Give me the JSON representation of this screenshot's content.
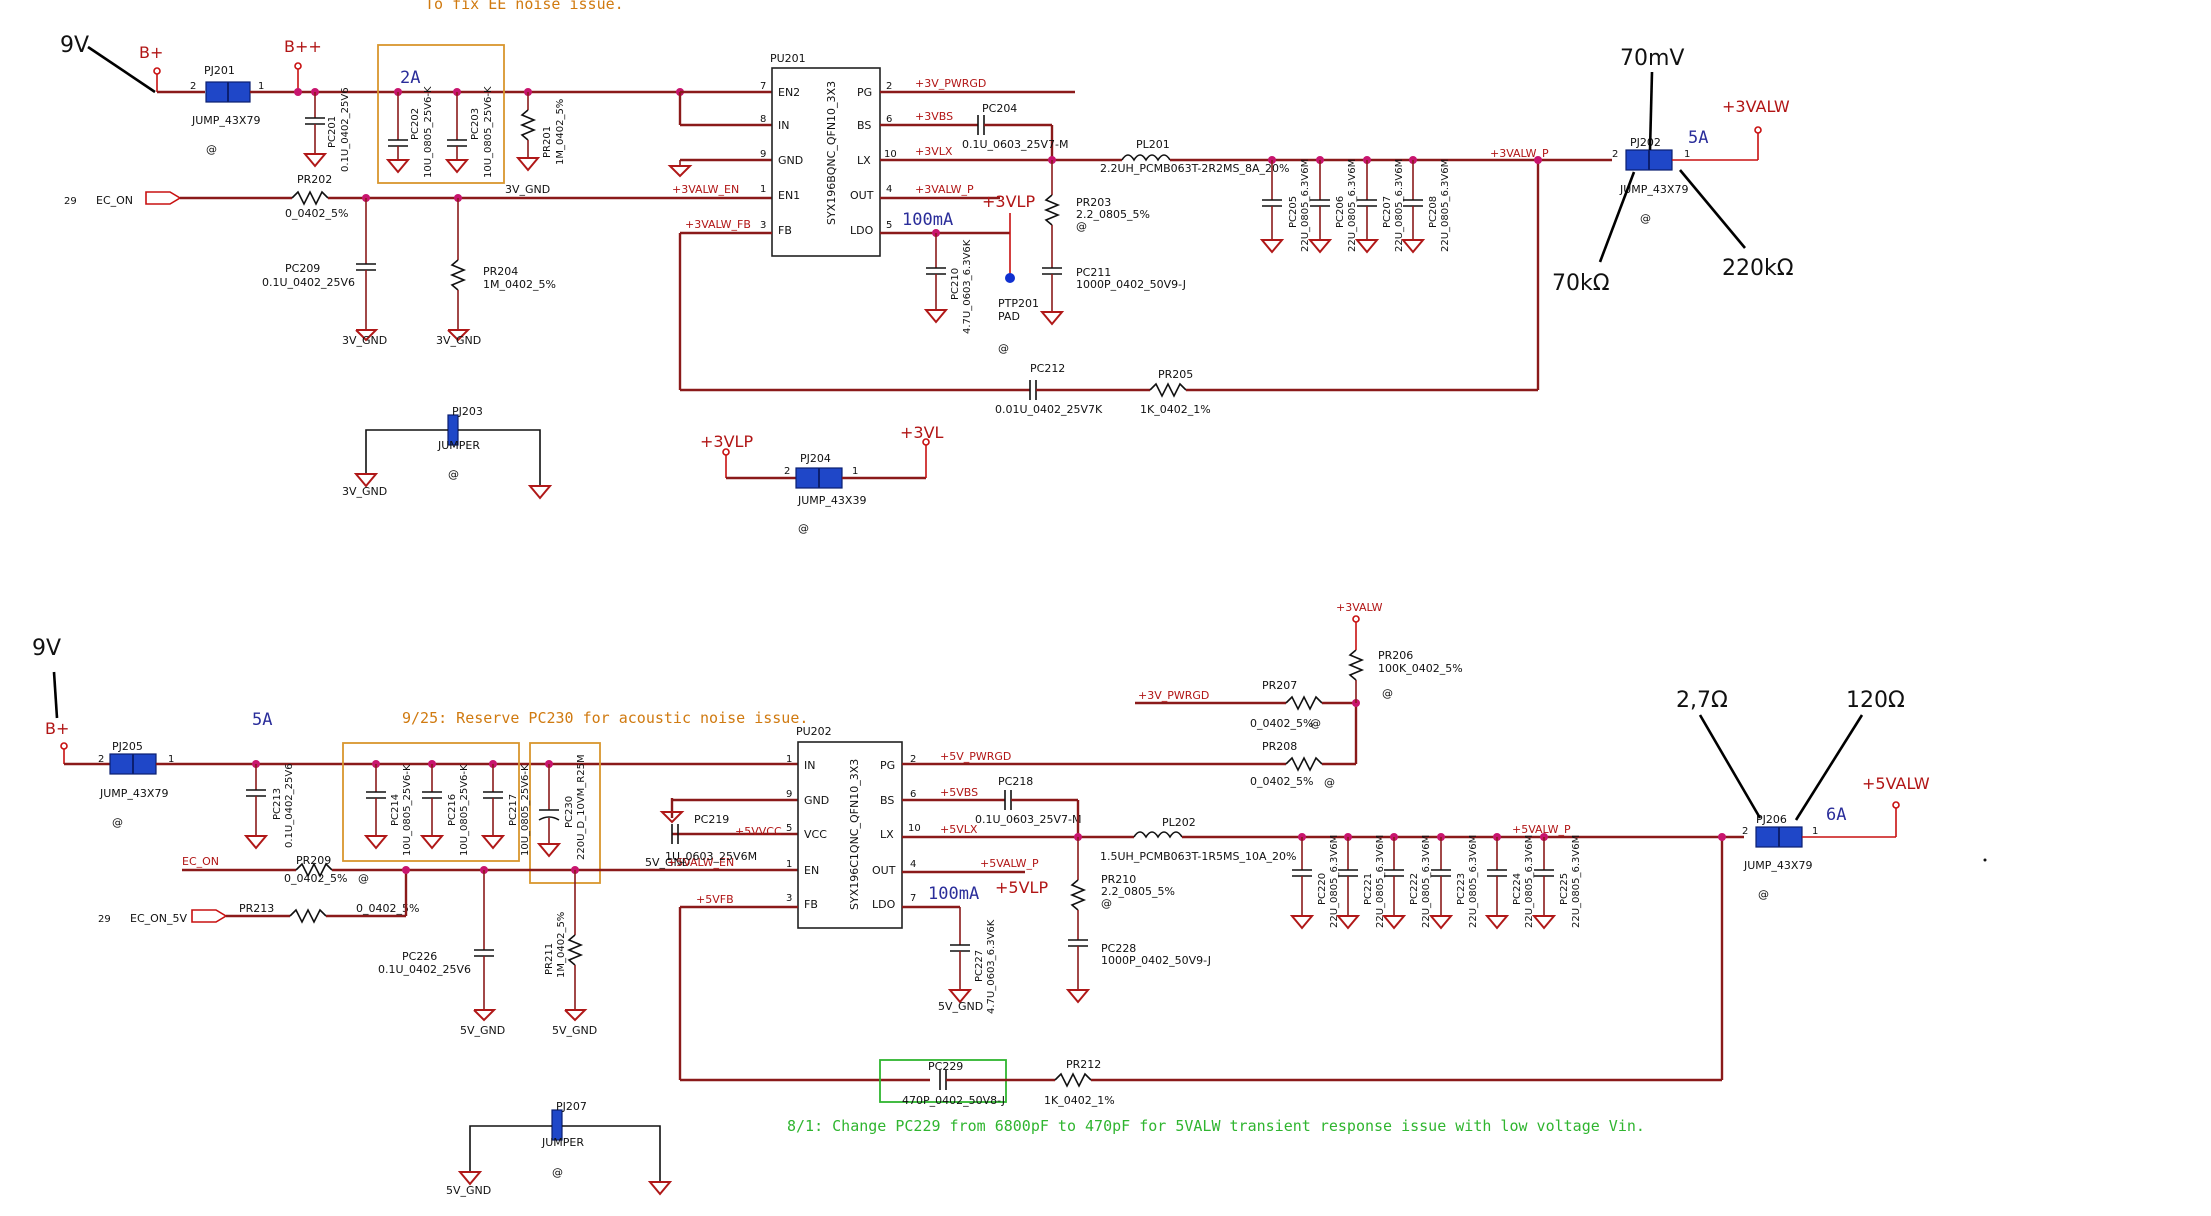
{
  "notes": {
    "ee_noise": "To fix EE noise issue.",
    "acoustic": "9/25: Reserve PC230 for acoustic noise issue.",
    "transient": "8/1: Change PC229 from 6800pF to 470pF for 5VALW transient response issue with low voltage Vin."
  },
  "annotations": {
    "top_9v": "9V",
    "top_70mv": "70mV",
    "top_70k": "70kΩ",
    "top_220k": "220kΩ",
    "bot_9v": "9V",
    "bot_2r7": "2,7Ω",
    "bot_120": "120Ω"
  },
  "currents": {
    "top_2a": "2A",
    "top_5a": "5A",
    "top_100ma": "100mA",
    "bot_5a_in": "5A",
    "bot_6a": "6A",
    "bot_100ma": "100mA"
  },
  "rails": {
    "b_plus": "B+",
    "b_plus_plus": "B++",
    "vlp3": "+3VLP",
    "vlp3_b": "+3VLP",
    "vl3": "+3VL",
    "valw3": "+3VALW",
    "valw3_small": "+3VALW",
    "b_plus_bot": "B+",
    "vlp5": "+5VLP",
    "valw5": "+5VALW"
  },
  "nets": {
    "v3_pwrgd": "+3V_PWRGD",
    "v3_vbs": "+3VBS",
    "v3_vlx": "+3VLX",
    "v3_valw_p": "+3VALW_P",
    "v3_valw_p2": "+3VALW_P",
    "v3_valw_en": "+3VALW_EN",
    "v3_valw_fb": "+3VALW_FB",
    "v3_gnd": "3V_GND",
    "ec_on": "EC_ON",
    "n29a": "29",
    "v3_gnd_a": "3V_GND",
    "v3_gnd_b": "3V_GND",
    "v3_gnd_c": "3V_GND",
    "v5_pwrgd": "+5V_PWRGD",
    "v3_pwrgd_b": "+3V_PWRGD",
    "v5_vbs": "+5VBS",
    "v5_vlx": "+5VLX",
    "v5_vvcc": "+5VVCC",
    "v5_valw_p": "+5VALW_P",
    "v5_valw_p2": "+5VALW_P",
    "v5_valw_en": "+5VALW_EN",
    "v5_fb": "+5VFB",
    "v5_gnd": "5V_GND",
    "ec_on_b": "EC_ON",
    "ec_on_5v": "EC_ON_5V",
    "n29b": "29",
    "v5_gnd_a": "5V_GND",
    "v5_gnd_b": "5V_GND",
    "v5_gnd_c": "5V_GND",
    "v5_gnd_d": "5V_GND"
  },
  "ic_top": {
    "ref": "PU201",
    "part": "SYX196BQNC_QFN10_3X3",
    "pins_left": [
      "EN2",
      "IN",
      "GND",
      "EN1",
      "FB"
    ],
    "pins_left_num": [
      "7",
      "8",
      "9",
      "1",
      "3"
    ],
    "pins_right": [
      "PG",
      "BS",
      "LX",
      "OUT",
      "LDO"
    ],
    "pins_right_num": [
      "2",
      "6",
      "10",
      "4",
      "5"
    ]
  },
  "ic_bot": {
    "ref": "PU202",
    "part": "SYX196C1QNC_QFN10_3X3",
    "pins_left": [
      "IN",
      "GND",
      "VCC",
      "EN",
      "FB"
    ],
    "pins_left_num": [
      "1",
      "9",
      "5",
      "1",
      "3"
    ],
    "pins_right": [
      "PG",
      "BS",
      "LX",
      "OUT",
      "LDO"
    ],
    "pins_right_num": [
      "2",
      "6",
      "10",
      "4",
      "7"
    ]
  },
  "parts_top": {
    "pj201": "PJ201",
    "pj201_v": "JUMP_43X79",
    "pc201": "PC201",
    "pc201_v": "0.1U_0402_25V6",
    "pc202": "PC202",
    "pc202_v": "10U_0805_25V6-K",
    "pc203": "PC203",
    "pc203_v": "10U_0805_25V6-K",
    "pr201": "PR201",
    "pr201_v": "1M_0402_5%",
    "pr202": "PR202",
    "pr202_v": "0_0402_5%",
    "pc209": "PC209",
    "pc209_v": "0.1U_0402_25V6",
    "pr204": "PR204",
    "pr204_v": "1M_0402_5%",
    "pj203": "PJ203",
    "pj203_v": "JUMPER",
    "pc204": "PC204",
    "pc204_v": "0.1U_0603_25V7-M",
    "pl201": "PL201",
    "pl201_v": "2.2UH_PCMB063T-2R2MS_8A_20%",
    "pr203": "PR203",
    "pr203_v": "2.2_0805_5%",
    "pc211": "PC211",
    "pc211_v": "1000P_0402_50V9-J",
    "pc210": "PC210",
    "pc210_v": "4.7U_0603_6.3V6K",
    "ptp201": "PTP201",
    "ptp201_v": "PAD",
    "pc205": "PC205",
    "pc205_v": "22U_0805_6.3V6M",
    "pc206": "PC206",
    "pc206_v": "22U_0805_6.3V6M",
    "pc207": "PC207",
    "pc207_v": "22U_0805_6.3V6M",
    "pc208": "PC208",
    "pc208_v": "22U_0805_6.3V6M",
    "pj202": "PJ202",
    "pj202_v": "JUMP_43X79",
    "pc212": "PC212",
    "pc212_v": "0.01U_0402_25V7K",
    "pr205": "PR205",
    "pr205_v": "1K_0402_1%",
    "pj204": "PJ204",
    "pj204_v": "JUMP_43X39"
  },
  "parts_bot": {
    "pj205": "PJ205",
    "pj205_v": "JUMP_43X79",
    "pc213": "PC213",
    "pc213_v": "0.1U_0402_25V6",
    "pc214": "PC214",
    "pc214_v": "10U_0805_25V6-K",
    "pc216": "PC216",
    "pc216_v": "10U_0805_25V6-K",
    "pc217": "PC217",
    "pc217_v": "10U_0805_25V6-K",
    "pc230": "PC230",
    "pc230_v": "220U_D_10VM_R25M",
    "pr209": "PR209",
    "pr209_v": "0_0402_5%",
    "pr213": "PR213",
    "pr213_v": "0_0402_5%",
    "pc226": "PC226",
    "pc226_v": "0.1U_0402_25V6",
    "pr211": "PR211",
    "pr211_v": "1M_0402_5%",
    "pc219": "PC219",
    "pc219_v": "1U_0603_25V6M",
    "pc218": "PC218",
    "pc218_v": "0.1U_0603_25V7-M",
    "pr206": "PR206",
    "pr206_v": "100K_0402_5%",
    "pr207": "PR207",
    "pr207_v": "0_0402_5%",
    "pr208": "PR208",
    "pr208_v": "0_0402_5%",
    "pl202": "PL202",
    "pl202_v": "1.5UH_PCMB063T-1R5MS_10A_20%",
    "pr210": "PR210",
    "pr210_v": "2.2_0805_5%",
    "pc228": "PC228",
    "pc228_v": "1000P_0402_50V9-J",
    "pc227": "PC227",
    "pc227_v": "4.7U_0603_6.3V6K",
    "pc220": "PC220",
    "pc220_v": "22U_0805_6.3V6M",
    "pc221": "PC221",
    "pc221_v": "22U_0805_6.3V6M",
    "pc222": "PC222",
    "pc222_v": "22U_0805_6.3V6M",
    "pc223": "PC223",
    "pc223_v": "22U_0805_6.3V6M",
    "pc224": "PC224",
    "pc224_v": "22U_0805_6.3V6M",
    "pc225": "PC225",
    "pc225_v": "22U_0805_6.3V6M",
    "pj206": "PJ206",
    "pj206_v": "JUMP_43X79",
    "pc229": "PC229",
    "pc229_v": "470P_0402_50V8-J",
    "pr212": "PR212",
    "pr212_v": "1K_0402_1%",
    "pj207": "PJ207",
    "pj207_v": "JUMPER"
  },
  "pin_numbers": {
    "one": "1",
    "two": "2"
  },
  "at_sign": "@"
}
